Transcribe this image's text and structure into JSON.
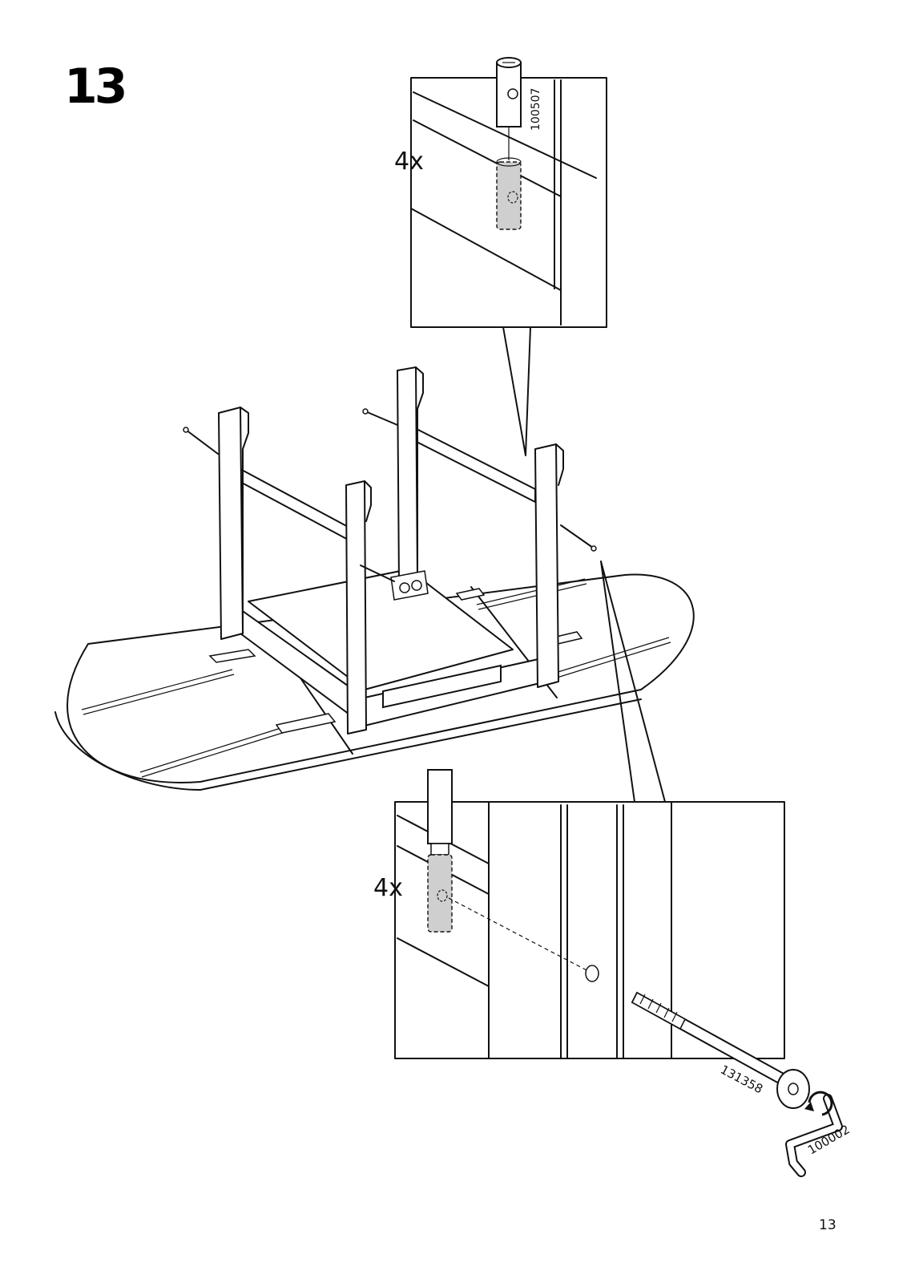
{
  "step": {
    "number": "13"
  },
  "page": {
    "number": "13"
  },
  "detail_top": {
    "quantity": "4x",
    "part_code": "100507"
  },
  "detail_bottom": {
    "quantity": "4x"
  },
  "parts": {
    "bolt_code": "131358",
    "key_code": "100002"
  }
}
